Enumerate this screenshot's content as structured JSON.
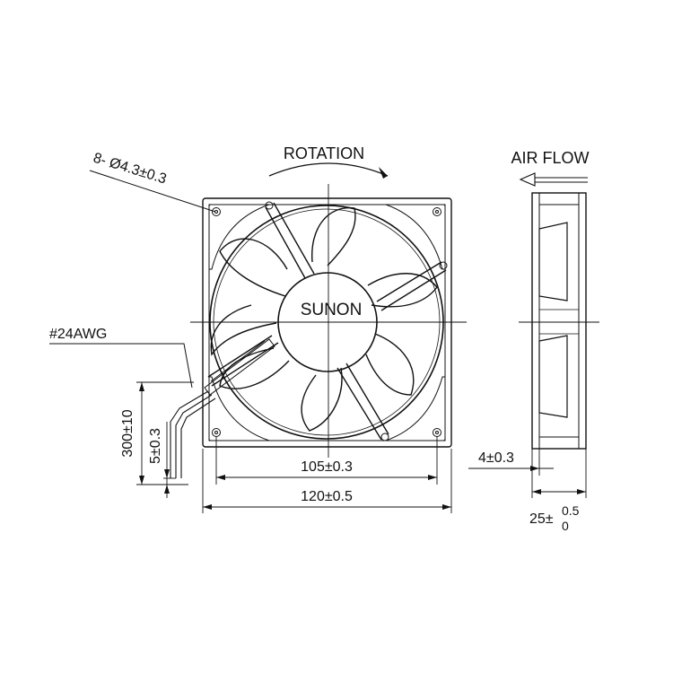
{
  "labels": {
    "rotation": "ROTATION",
    "air_flow": "AIR FLOW",
    "brand": "SUNON",
    "hole_spec": "8- Ø4.3±0.3",
    "wire_gauge": "#24AWG",
    "dim_hole_spacing": "105±0.3",
    "dim_frame_width": "120±0.5",
    "dim_lead_length": "300±10",
    "dim_strip_length": "5±0.3",
    "dim_flange": "4±0.3",
    "dim_depth_base": "25±",
    "dim_depth_upper": "0.5",
    "dim_depth_lower": "0"
  },
  "colors": {
    "line": "#111111",
    "background": "#ffffff"
  }
}
